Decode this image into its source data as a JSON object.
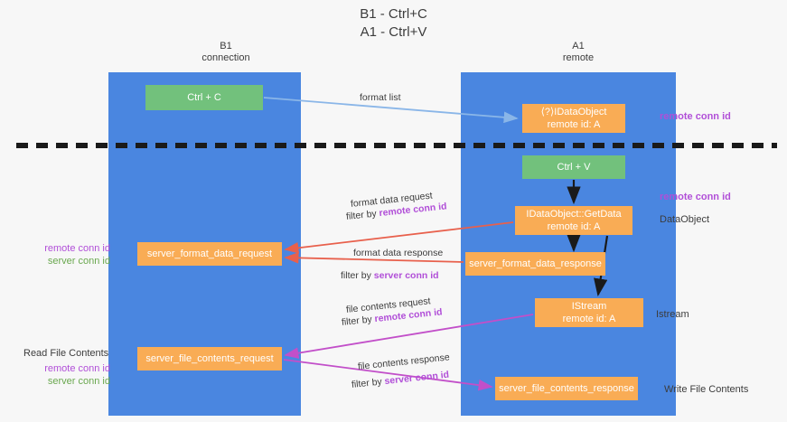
{
  "title": {
    "line1": "B1 - Ctrl+C",
    "line2": "A1 - Ctrl+V"
  },
  "columns": {
    "b1": {
      "name": "B1",
      "role": "connection"
    },
    "a1": {
      "name": "A1",
      "role": "remote"
    }
  },
  "colors": {
    "lane": "#4a86e0",
    "orange_box": "#f9ac55",
    "green_box": "#72c17c",
    "purple_text": "#b14fd8",
    "green_text": "#6aa84f",
    "blue_arrow": "#8ab6e8",
    "red_arrow": "#e8604c",
    "magenta_arrow": "#c24fc9",
    "black_arrow": "#1a1a1a",
    "divider": "#1a1a1a",
    "background": "#f7f7f7"
  },
  "boxes": {
    "ctrl_c": {
      "label": "Ctrl + C"
    },
    "data_object": {
      "line1": "⟨?⟩IDataObject",
      "line2": "remote id: A"
    },
    "ctrl_v": {
      "label": "Ctrl + V"
    },
    "get_data": {
      "line1": "IDataObject::GetData",
      "line2": "remote id: A"
    },
    "server_format_data_request": {
      "label": "server_format_data_request"
    },
    "server_format_data_response": {
      "label": "server_format_data_response"
    },
    "istream": {
      "line1": "IStream",
      "line2": "remote id: A"
    },
    "server_file_contents_request": {
      "label": "server_file_contents_request"
    },
    "server_file_contents_response": {
      "label": "server_file_contents_response"
    }
  },
  "edge_labels": {
    "format_list": "format list",
    "format_data_request": "format data request",
    "format_data_request_filter_prefix": "filter by ",
    "format_data_request_filter_key": "remote conn id",
    "format_data_response": "format data response",
    "format_data_response_filter_prefix": "filter by ",
    "format_data_response_filter_key": "server conn id",
    "file_contents_request": "file contents request",
    "file_contents_request_filter_prefix": "filter by ",
    "file_contents_request_filter_key": "remote conn id",
    "file_contents_response": "file contents response",
    "file_contents_response_filter_prefix": "filter by ",
    "file_contents_response_filter_key": "server conn id"
  },
  "annotations": {
    "right_remote_conn_id_top": "remote conn id",
    "right_remote_conn_id_mid": "remote conn id",
    "right_data_object": "DataObject",
    "right_istream": "Istream",
    "right_write_file_contents": "Write File Contents",
    "left_remote_conn_id_mid": "remote conn id",
    "left_server_conn_id_mid": "server conn id",
    "left_read_file_contents": "Read File Contents",
    "left_remote_conn_id_low": "remote conn id",
    "left_server_conn_id_low": "server conn id"
  }
}
